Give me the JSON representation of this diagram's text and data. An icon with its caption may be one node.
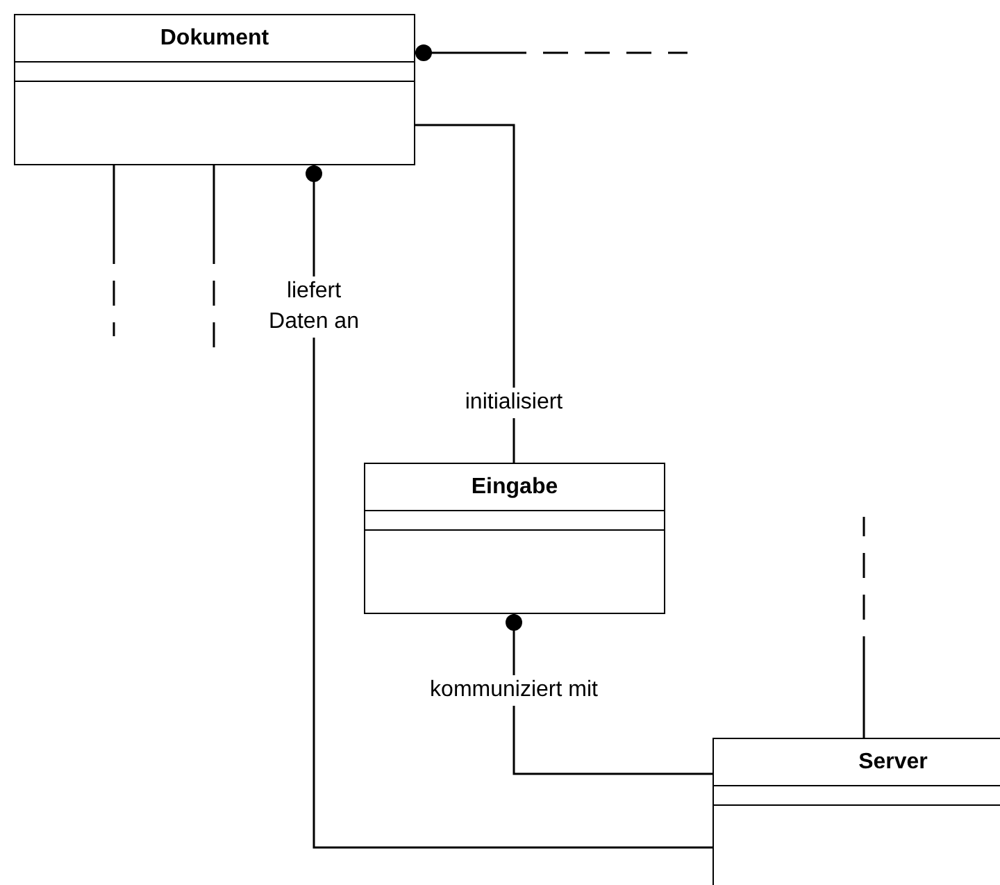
{
  "diagram": {
    "nodes": [
      {
        "text": [
          "Dokument"
        ]
      },
      {
        "text": [
          "Eingabe"
        ]
      },
      {
        "text": [
          "Server"
        ]
      }
    ],
    "edges": [
      {
        "from": 0,
        "to": 1,
        "arrow": "none",
        "label": "initialisiert"
      },
      {
        "from": 0,
        "to": 2,
        "arrow": "other",
        "label": "liefert Daten an"
      },
      {
        "from": 1,
        "to": 2,
        "arrow": "other",
        "label": "kommuniziert mit"
      },
      {
        "from": 0,
        "to": null,
        "arrow": "other",
        "style": "dashed"
      },
      {
        "from": 0,
        "to": null,
        "arrow": "none",
        "style": "dashed"
      },
      {
        "from": 0,
        "to": null,
        "arrow": "none",
        "style": "dashed"
      },
      {
        "from": 2,
        "to": null,
        "arrow": "none",
        "style": "dashed"
      }
    ]
  }
}
